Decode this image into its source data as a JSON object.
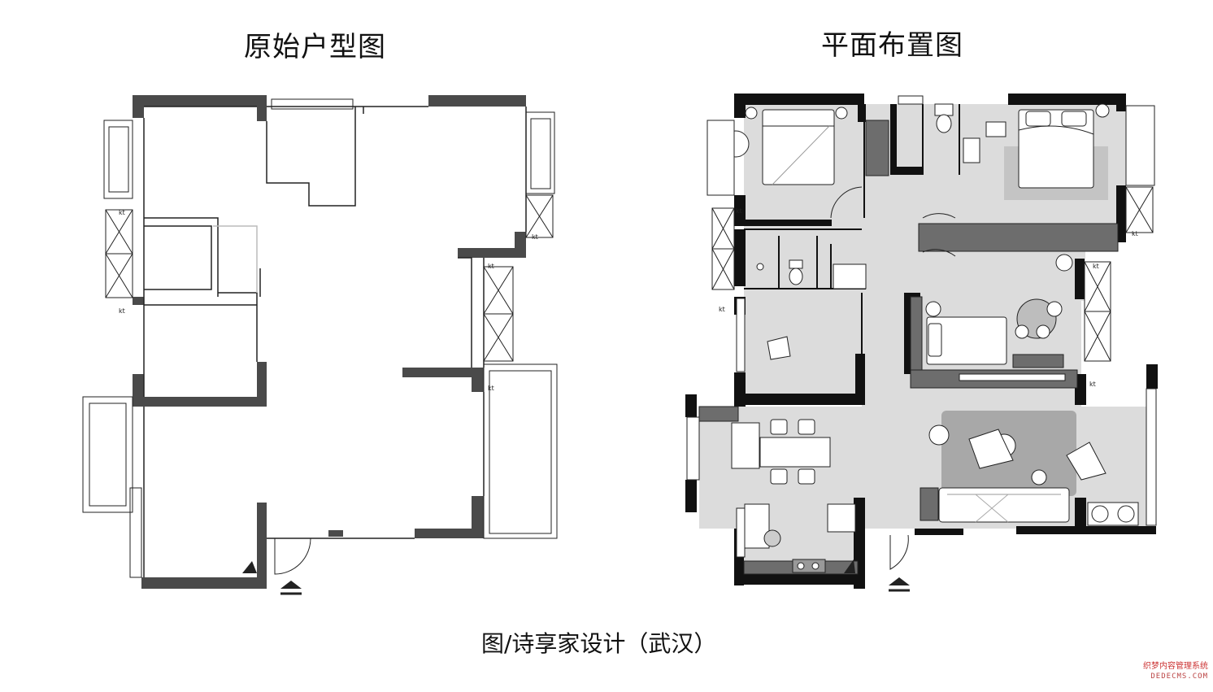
{
  "titles": {
    "original": "原始户型图",
    "layout": "平面布置图"
  },
  "caption": "图/诗享家设计（武汉）",
  "watermark": {
    "line1": "织梦内容管理系统",
    "line2": "DEDECMS.COM"
  },
  "kt_label": "kt",
  "colors": {
    "wall": "#4a4a4a",
    "floor": "#dcdcdc",
    "furniture": "#ffffff",
    "dark_furniture": "#6d6d6d",
    "line": "#222222"
  }
}
